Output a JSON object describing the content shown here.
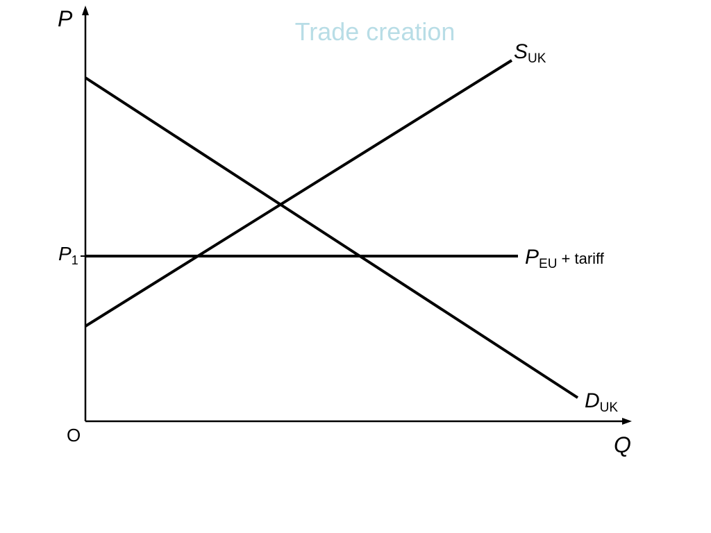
{
  "title": "Trade creation",
  "colors": {
    "title": "#b8dde6",
    "ink": "#000000",
    "background": "#ffffff"
  },
  "axes": {
    "y_label": "P",
    "x_label": "Q",
    "origin_label": "O"
  },
  "price_level": {
    "label_main": "P",
    "label_sub": "1"
  },
  "curves": {
    "supply": {
      "main": "S",
      "sub": "UK"
    },
    "demand": {
      "main": "D",
      "sub": "UK"
    },
    "eu_price": {
      "main": "P",
      "sub": "EU",
      "suffix": " + tariff"
    }
  }
}
